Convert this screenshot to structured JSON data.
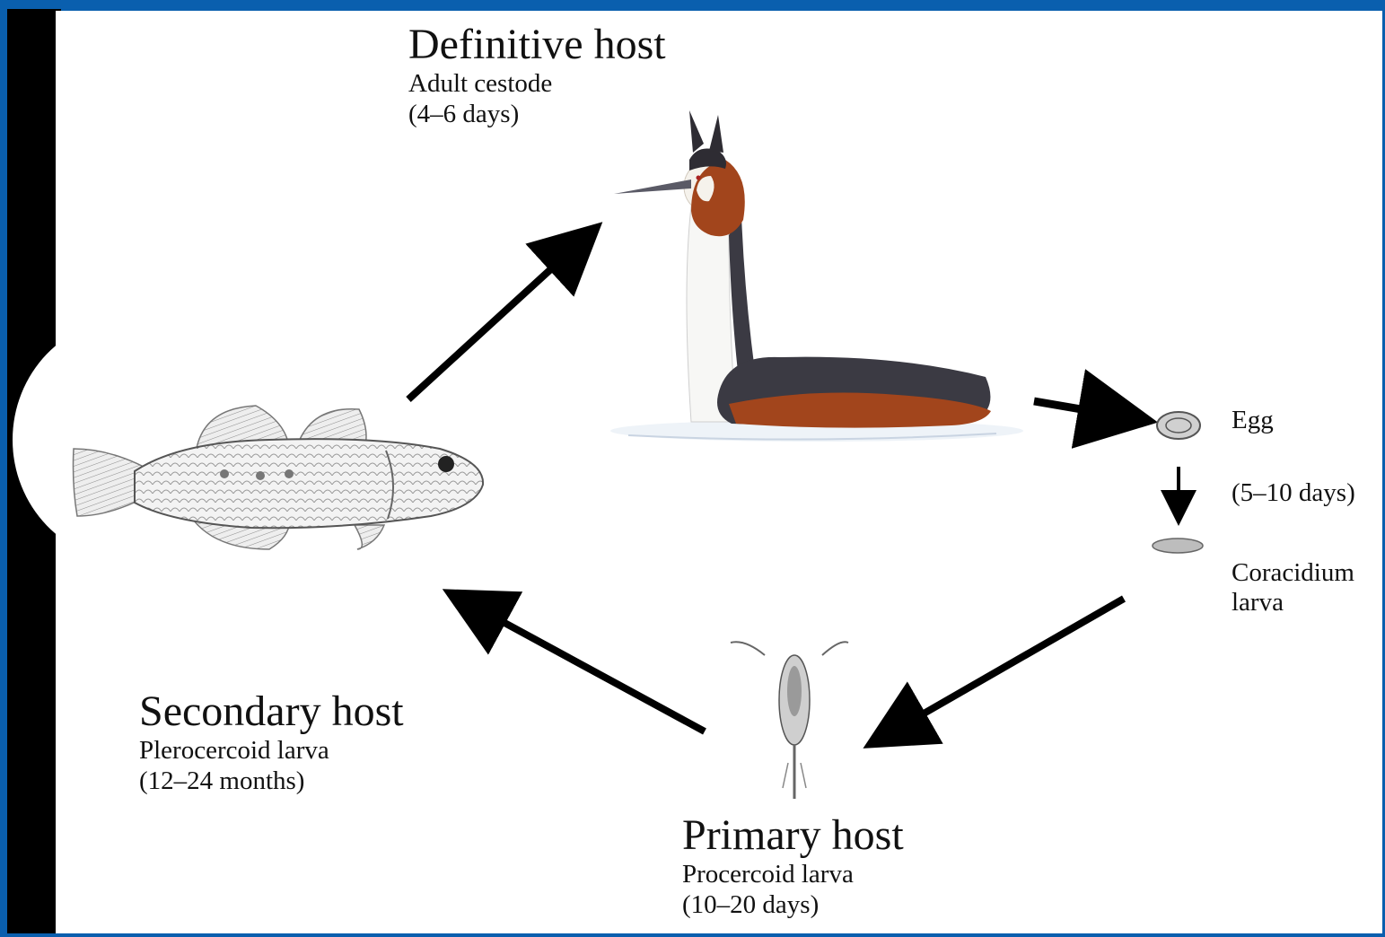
{
  "definitive_host": {
    "title": "Definitive host",
    "stage": "Adult cestode",
    "duration": "(4–6 days)"
  },
  "secondary_host": {
    "title": "Secondary host",
    "stage": "Plerocercoid larva",
    "duration": "(12–24 months)"
  },
  "primary_host": {
    "title": "Primary host",
    "stage": "Procercoid larva",
    "duration": "(10–20 days)"
  },
  "free_stages": {
    "egg": "Egg",
    "egg_duration": "(5–10 days)",
    "coracidium_line1": "Coracidium",
    "coracidium_line2": "larva"
  },
  "colors": {
    "frame": "#0a5fae",
    "arrow": "#000000",
    "bird_rufous": "#a2451c",
    "bird_dark": "#3b3a43"
  },
  "icons": [
    "grebe-bird-icon",
    "fish-icon",
    "copepod-icon",
    "egg-icon",
    "coracidium-icon"
  ]
}
